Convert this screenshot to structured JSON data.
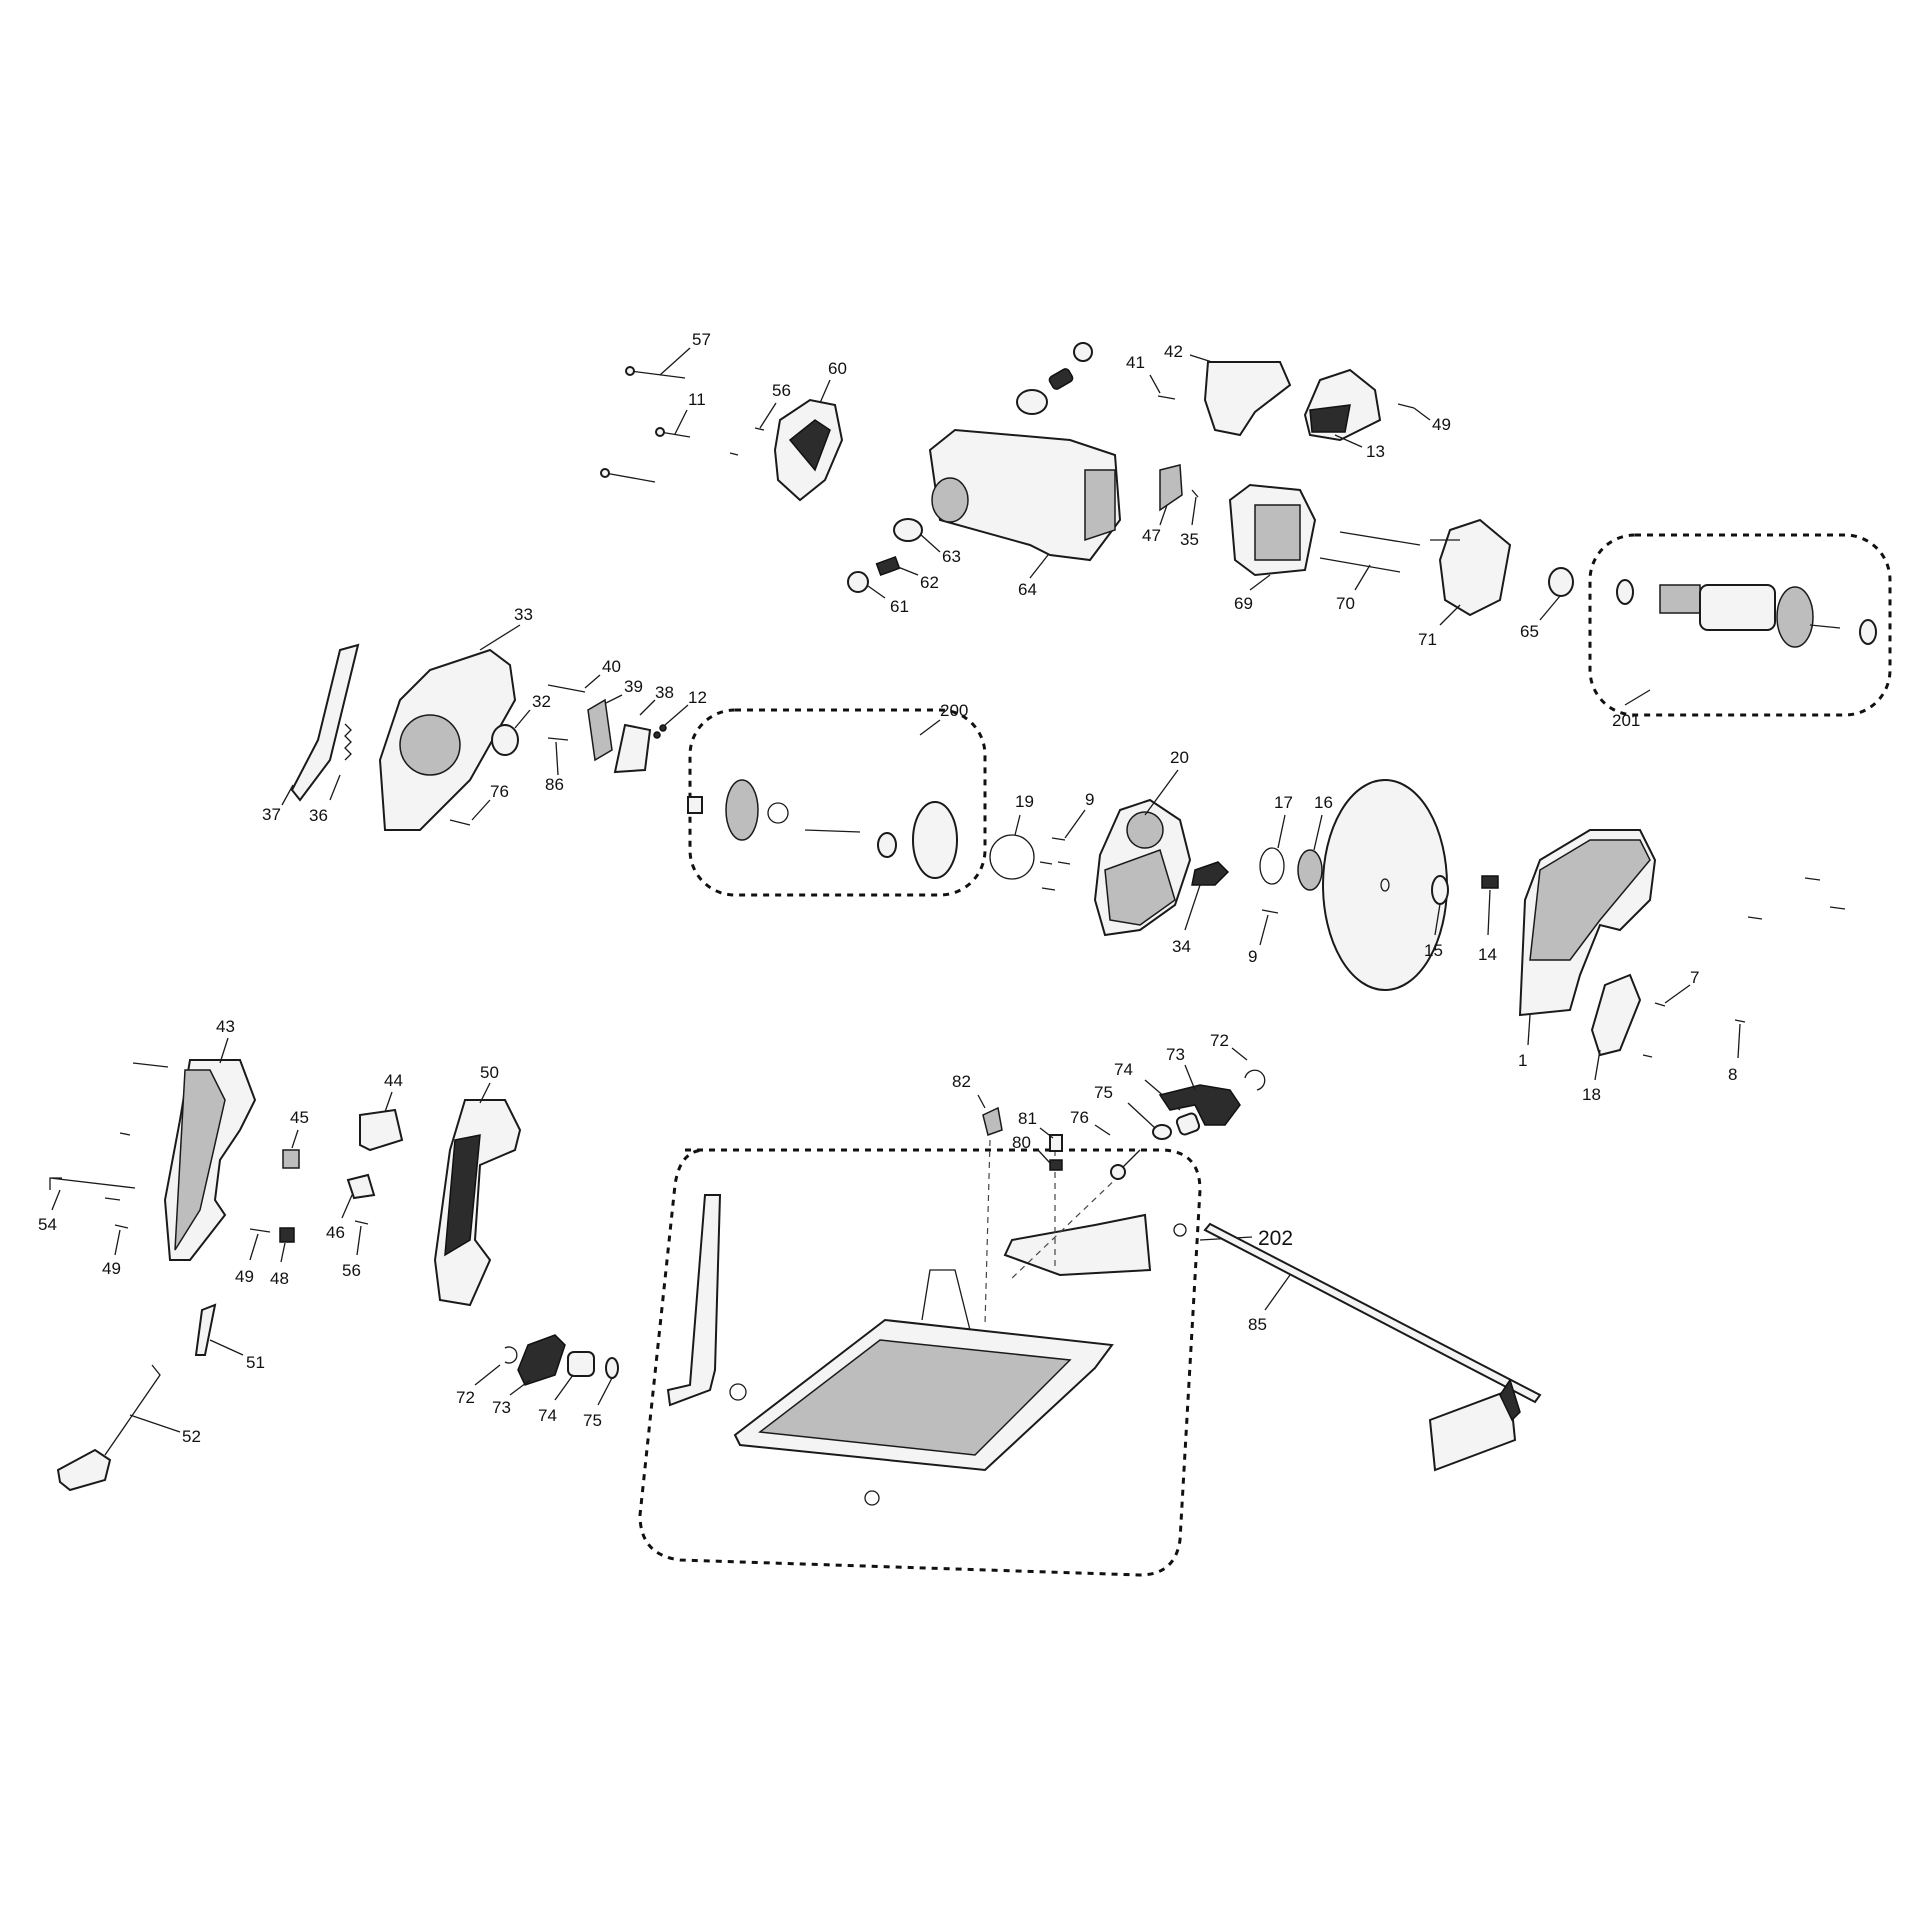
{
  "labels": {
    "p1": "1",
    "p7": "7",
    "p8": "8",
    "p9a": "9",
    "p9b": "9",
    "p11": "11",
    "p12": "12",
    "p13": "13",
    "p14": "14",
    "p15": "15",
    "p16": "16",
    "p17": "17",
    "p18": "18",
    "p19": "19",
    "p20": "20",
    "p32": "32",
    "p33": "33",
    "p34": "34",
    "p35": "35",
    "p36": "36",
    "p37": "37",
    "p38": "38",
    "p39": "39",
    "p40": "40",
    "p41": "41",
    "p42": "42",
    "p43": "43",
    "p44": "44",
    "p45": "45",
    "p46": "46",
    "p47": "47",
    "p48": "48",
    "p49a": "49",
    "p49b": "49",
    "p50": "50",
    "p51": "51",
    "p52": "52",
    "p54": "54",
    "p56a": "56",
    "p56b": "56",
    "p57": "57",
    "p60": "60",
    "p61": "61",
    "p62": "62",
    "p63": "63",
    "p64": "64",
    "p65": "65",
    "p69": "69",
    "p70": "70",
    "p71": "71",
    "p72a": "72",
    "p72b": "72",
    "p73a": "73",
    "p73b": "73",
    "p74a": "74",
    "p74b": "74",
    "p75a": "75",
    "p75b": "75",
    "p76a": "76",
    "p76b": "76",
    "p80": "80",
    "p81": "81",
    "p82": "82",
    "p85": "85",
    "p86": "86",
    "g200": "200",
    "g201": "201",
    "g202": "202"
  }
}
